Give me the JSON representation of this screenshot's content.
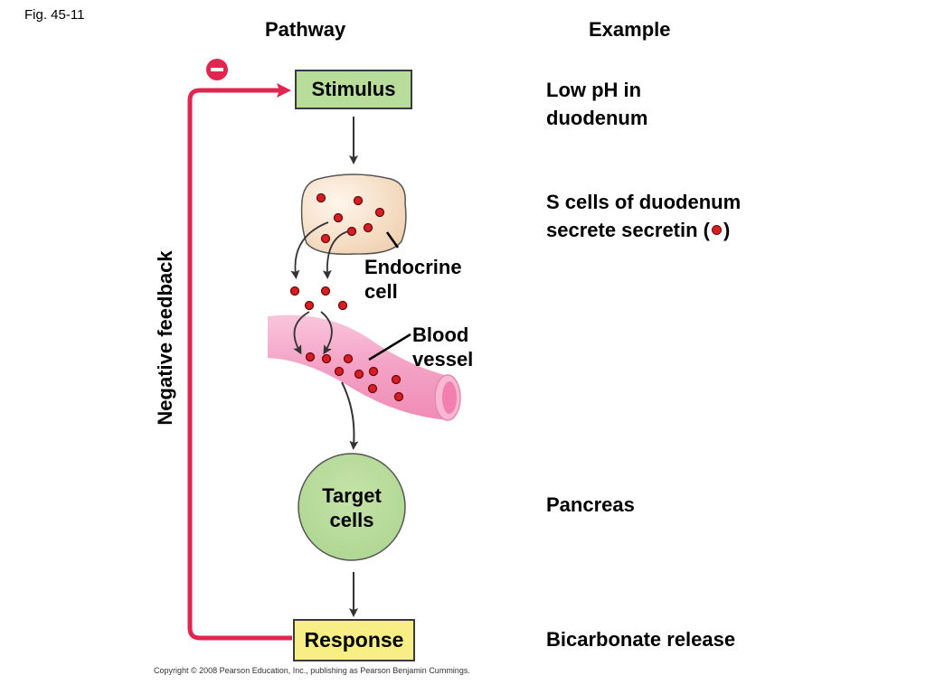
{
  "figure_label": "Fig. 45-11",
  "headers": {
    "pathway": "Pathway",
    "example": "Example"
  },
  "pathway": {
    "stimulus": "Stimulus",
    "endocrine_cell_line1": "Endocrine",
    "endocrine_cell_line2": "cell",
    "blood_vessel_line1": "Blood",
    "blood_vessel_line2": "vessel",
    "target_cells_line1": "Target",
    "target_cells_line2": "cells",
    "response": "Response",
    "negative_feedback": "Negative feedback",
    "feedback_sign": "–"
  },
  "examples": {
    "stimulus_line1": "Low pH in",
    "stimulus_line2": "duodenum",
    "secretion_line1": "S cells of duodenum",
    "secretion_line2_prefix": "secrete secretin (",
    "secretion_line2_suffix": ")",
    "target": "Pancreas",
    "response": "Bicarbonate release"
  },
  "copyright": "Copyright © 2008 Pearson Education, Inc., publishing as Pearson Benjamin Cummings.",
  "colors": {
    "stimulus_fill": "#b8dc9a",
    "response_fill": "#f7ef86",
    "target_fill": "#b8dc9a",
    "feedback_line": "#e0264f",
    "hormone_dot": "#d81e24",
    "cell_fill": "#f6dcc0",
    "vessel_fill": "#f4a6c8"
  }
}
